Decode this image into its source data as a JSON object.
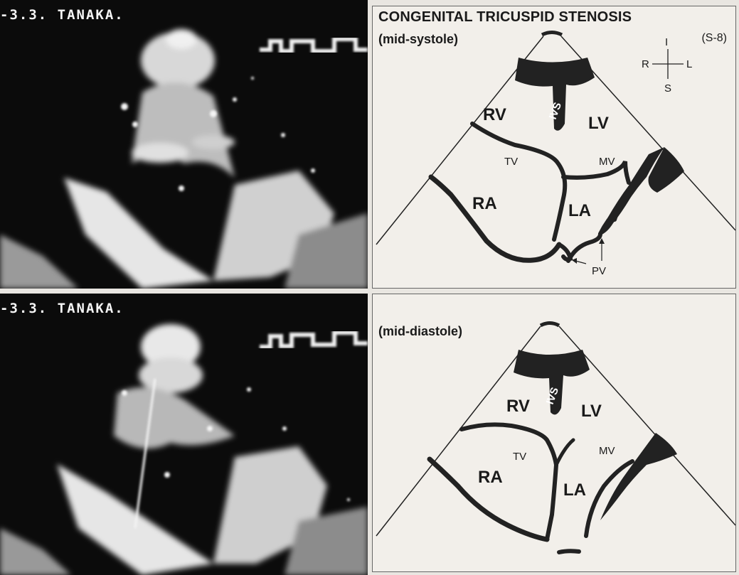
{
  "echo_top": {
    "label": "-3.3. TANAKA."
  },
  "echo_bottom": {
    "label": "-3.3. TANAKA."
  },
  "diagram_top": {
    "title": "CONGENITAL TRICUSPID STENOSIS",
    "phase": "(mid-systole)",
    "code": "(S-8)",
    "orientation": {
      "up": "I",
      "left": "R",
      "right": "L",
      "down": "S"
    },
    "labels": {
      "rv": "RV",
      "lv": "LV",
      "ra": "RA",
      "la": "LA",
      "ivs": "IVS",
      "tv": "TV",
      "mv": "MV",
      "pv": "PV"
    }
  },
  "diagram_bottom": {
    "phase": "(mid-diastole)",
    "labels": {
      "rv": "RV",
      "lv": "LV",
      "ra": "RA",
      "la": "LA",
      "ivs": "IVS",
      "tv": "TV",
      "mv": "MV"
    }
  }
}
